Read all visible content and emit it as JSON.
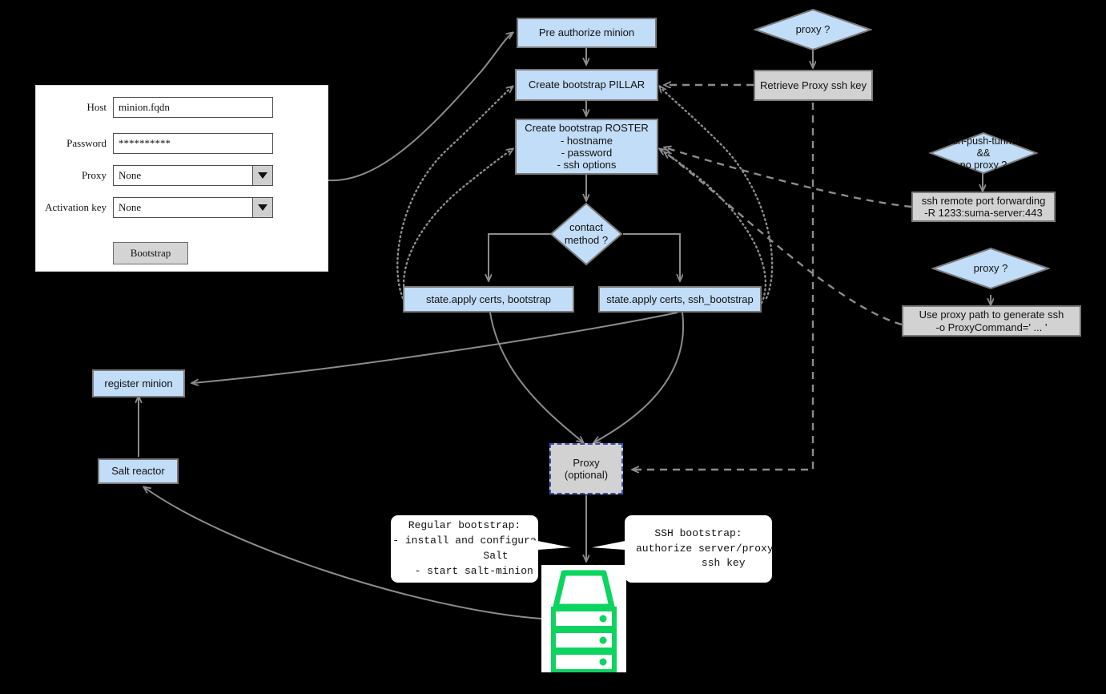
{
  "form": {
    "name": "bootstrap-minion-form",
    "fields": [
      {
        "label": "Host",
        "type": "text",
        "value": "minion.fqdn"
      },
      {
        "label": "Password",
        "type": "password",
        "value": "**********"
      },
      {
        "label": "Proxy",
        "type": "select",
        "value": "None"
      },
      {
        "label": "Activation key",
        "type": "select",
        "value": "None"
      }
    ],
    "submit_label": "Bootstrap"
  },
  "nodes": {
    "pre_authorize": "Pre authorize minion",
    "create_pillar": "Create bootstrap PILLAR",
    "create_roster_line1": "Create bootstrap ROSTER",
    "create_roster_line2": "- hostname",
    "create_roster_line3": "- password",
    "create_roster_line4": "- ssh options",
    "contact_method_line1": "contact",
    "contact_method_line2": "method ?",
    "state_apply_bootstrap": "state.apply certs, bootstrap",
    "state_apply_ssh_bootstrap": "state.apply certs, ssh_bootstrap",
    "proxy_q_top": "proxy ?",
    "retrieve_proxy_key": "Retrieve Proxy ssh key",
    "ssh_push_tunnel_line1": "ssh-push-tunnel",
    "ssh_push_tunnel_line2": "&&",
    "ssh_push_tunnel_line3": "no proxy ?",
    "ssh_remote_fwd_line1": "ssh remote port forwarding",
    "ssh_remote_fwd_line2": "-R 1233:suma-server:443",
    "proxy_q_bottom": "proxy ?",
    "use_proxy_path_line1": "Use proxy path to generate ssh",
    "use_proxy_path_line2": "-o ProxyCommand=' ... '",
    "register_minion": "register minion",
    "salt_reactor": "Salt reactor",
    "proxy_optional_line1": "Proxy",
    "proxy_optional_line2": "(optional)"
  },
  "callouts": {
    "regular_bootstrap": "Regular bootstrap:\n- install and configure\n          Salt\n   - start salt-minion",
    "ssh_bootstrap": "SSH bootstrap:\n- authorize server/proxy\n        ssh key"
  },
  "icons": {
    "server": "server-icon",
    "dropdown_arrow": "chevron-down-icon"
  },
  "colors": {
    "node_blue": "#c2ddf7",
    "node_gray": "#d2d2d2",
    "node_border": "#7a7a7a",
    "edge": "#8c8c8c",
    "proxy_border": "#3b4fb0",
    "server_green": "#0bd45f",
    "background": "#000000"
  }
}
